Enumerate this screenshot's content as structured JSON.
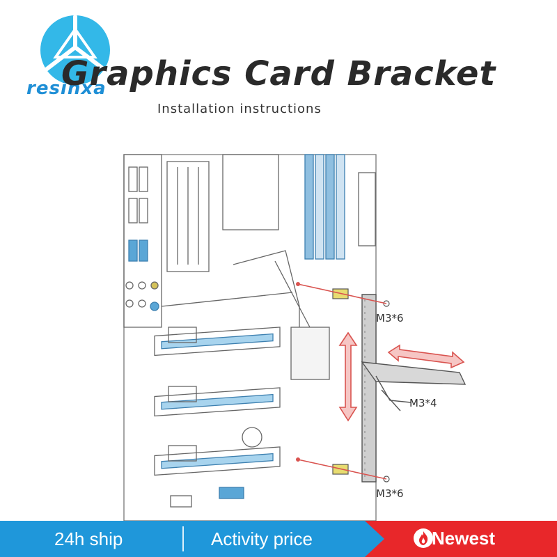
{
  "brand": {
    "name": "resinxa"
  },
  "header": {
    "title": "Graphics Card Bracket",
    "subtitle": "Installation instructions"
  },
  "diagram": {
    "callouts": {
      "top_screw": "M3*6",
      "bracket_screw": "M3*4",
      "bottom_screw": "M3*6"
    }
  },
  "footer": {
    "ship": "24h ship",
    "activity": "Activity price",
    "newest": "Newest"
  },
  "colors": {
    "brand_blue": "#1f97da",
    "newest_red": "#e8272a",
    "logo_cyan": "#33b8e8",
    "arrow_red": "#d9534f"
  },
  "icons": {
    "logo": "resinxa-logo-icon",
    "newest": "flame-icon"
  }
}
